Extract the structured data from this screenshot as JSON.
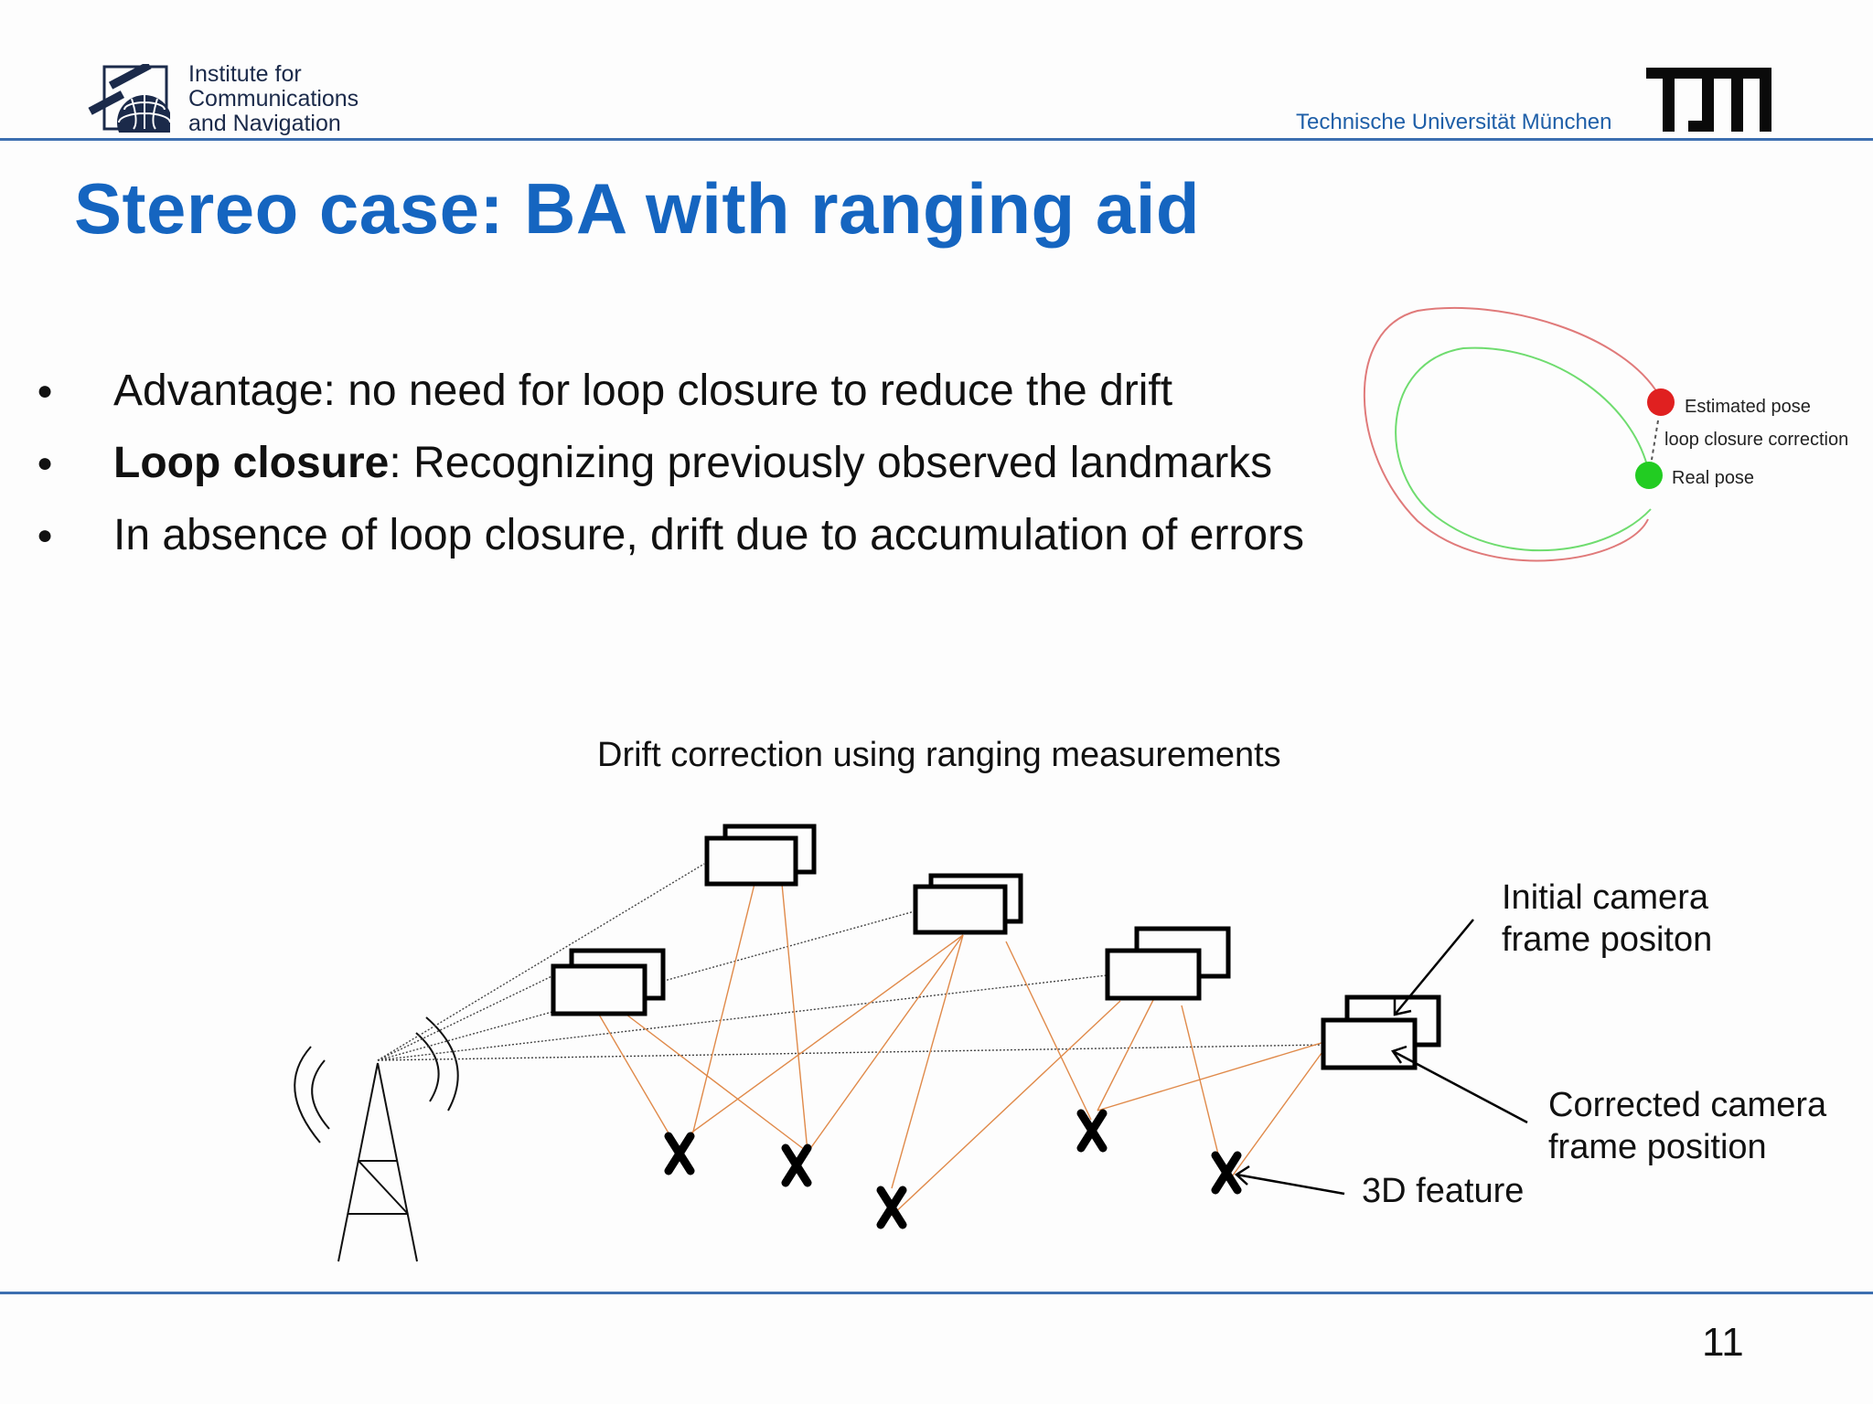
{
  "header": {
    "institute_lines": [
      "Institute for",
      "Communications",
      "and Navigation"
    ],
    "university": "Technische Universität München",
    "logo_text": "TUM"
  },
  "slide": {
    "title": "Stereo case: BA with ranging aid",
    "bullets": [
      {
        "bold": "",
        "text": "Advantage: no need for loop closure to reduce the drift"
      },
      {
        "bold": "Loop closure",
        "text": ": Recognizing previously observed landmarks"
      },
      {
        "bold": "",
        "text": "In absence of loop closure, drift due to accumulation of errors"
      }
    ],
    "page_number": "11"
  },
  "loop_figure": {
    "estimated_label": "Estimated pose",
    "correction_label": "loop closure correction",
    "real_label": "Real pose",
    "colors": {
      "estimated": "#e02020",
      "real": "#22cc22"
    }
  },
  "diagram": {
    "title": "Drift correction using ranging measurements",
    "initial_label": [
      "Initial camera",
      "frame positon"
    ],
    "corrected_label": [
      "Corrected camera",
      "frame position"
    ],
    "feature_label": "3D feature",
    "colors": {
      "ray": "#e08a4a",
      "range": "#444444"
    }
  }
}
